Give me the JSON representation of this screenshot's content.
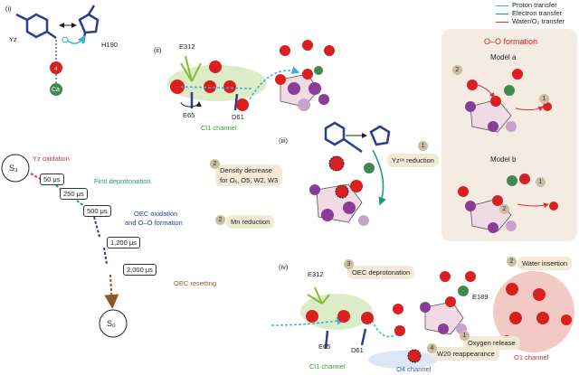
{
  "panels": {
    "i": "(i)",
    "ii": "(ii)",
    "iii": "(iii)",
    "iv": "(iv)"
  },
  "legend": {
    "proton": "Proton transfer",
    "electron": "Electron transfer",
    "water": "Water/O₂ transfer",
    "colors": {
      "proton": "#3bb0d8",
      "electron": "#1a9a7a",
      "water": "#e03030"
    }
  },
  "right_panel": {
    "title": "O–O formation",
    "model_a": "Model a",
    "model_b": "Model b"
  },
  "panel_i": {
    "yz": "Yz",
    "h190": "H190",
    "ca": "Ca",
    "w": "4"
  },
  "panel_ii": {
    "e312": "E312",
    "e65": "E65",
    "d61": "D61",
    "cl1": "Cl1 channel"
  },
  "panel_iii": {
    "density": "Density decrease",
    "density2": "for Oₓ, O5, W2, W3",
    "mn": "Mn reduction",
    "yz_red": "Yzᵒˣ reduction",
    "badge_density": "2",
    "badge_mn": "2",
    "badge_yz": "1"
  },
  "timeline": {
    "s3": "S₃",
    "s0": "S₀",
    "steps": [
      "50 μs",
      "250 μs",
      "500 μs",
      "1,200 μs",
      "2,000 μs"
    ],
    "events": {
      "yz_ox": "Yz oxidation",
      "first_deprot": "First deprotonation",
      "oec_ox": "OEC oxidation",
      "oo_form": "and O–O formation",
      "reset": "OEC resetting"
    }
  },
  "panel_iv": {
    "e312": "E312",
    "e65": "E65",
    "d61": "D61",
    "e189": "E189",
    "cl1": "Cl1 channel",
    "o4": "O4 channel",
    "o1": "O1 channel",
    "oec_deprot": "OEC deprotonation",
    "water_ins": "Water insertion",
    "o2_release": "Oxygen release",
    "w20": "W20 reappearance",
    "badge_oec": "3",
    "badge_water": "2",
    "badge_o2": "1",
    "badge_w20": "4"
  },
  "model_badges": [
    "2",
    "1",
    "1",
    "2"
  ]
}
